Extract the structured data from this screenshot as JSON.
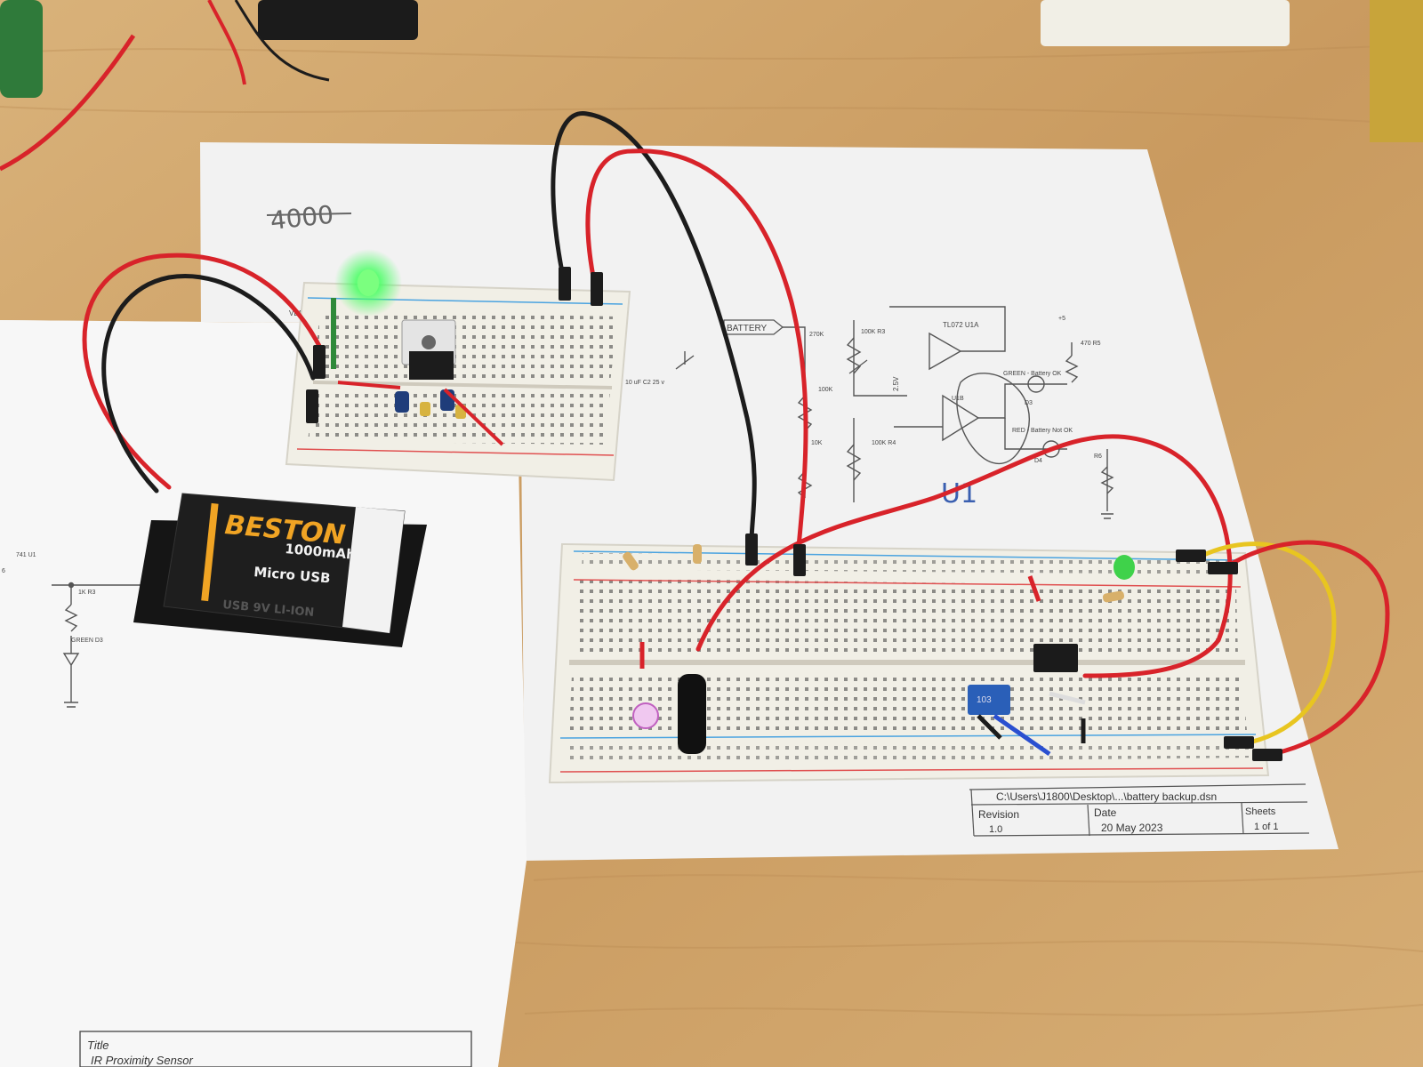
{
  "scene": {
    "handwritten": {
      "crossed_number": "4000",
      "opamp_note": "U1"
    },
    "schematic": {
      "battery_label": "BATTERY",
      "r_270k": "270K",
      "r3": "100K\nR3",
      "r_100k_mid": "100K",
      "r4": "100K\nR4",
      "r_10k": "10K",
      "v_2_5": "2.5V",
      "opamp_a": "TL072\nU1A",
      "opamp_b": "U1B",
      "green_ok": "GREEN - Battery OK",
      "red_not_ok": "RED - Battery Not OK",
      "d3": "D3",
      "d4": "D4",
      "r5": "470\nR5",
      "r6": "R6",
      "plus5": "+5",
      "cap": "10 uF\nC2\n25 v",
      "vdd": "VDD P"
    },
    "left_schematic": {
      "chip": "741\nU1",
      "pin": "6",
      "r": "1K\nR3",
      "led": "GREEN\nD3"
    },
    "title_block": {
      "path": "C:\\Users\\J1800\\Desktop\\...\\battery backup.dsn",
      "revision_label": "Revision",
      "revision_value": "1.0",
      "date_label": "Date",
      "date_value": "20 May 2023",
      "sheets_label": "Sheets",
      "sheets_value": "1 of 1"
    },
    "left_title_block": {
      "title_label": "Title",
      "title_value": "IR Proximity Sensor"
    },
    "battery": {
      "brand": "BESTON",
      "capacity": "1000mAh",
      "port": "Micro USB",
      "side_text": "USB 9V LI-ION"
    },
    "potentiometer": {
      "marking": "103"
    },
    "colors": {
      "wood": "#cfa46c",
      "paper": "#f4f4f4",
      "breadboard": "#f1efe6",
      "wire_red": "#d8232a",
      "wire_black": "#1c1c1c",
      "wire_yellow": "#e8c520",
      "led_green": "#39ff5a",
      "battery_accent": "#f0a424"
    }
  }
}
